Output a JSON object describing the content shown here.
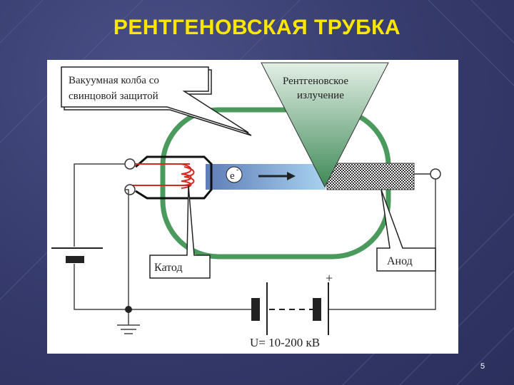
{
  "title": "РЕНТГЕНОВСКАЯ ТРУБКА",
  "labels": {
    "flask": [
      "Вакуумная колба со",
      "свинцовой защитой"
    ],
    "xray": [
      "Рентгеновское",
      "излучение"
    ],
    "electron": "e",
    "electron_sup": "-",
    "cathode": "Катод",
    "anode": "Анод",
    "plus": "+",
    "voltage": "U= 10-200 кВ"
  },
  "page_number": "5",
  "colors": {
    "title": "#ffe600",
    "background": "#353a6b",
    "flask": "#4a9a5e",
    "xray_cone": "#7fb394",
    "filament": "#d42a1f"
  }
}
